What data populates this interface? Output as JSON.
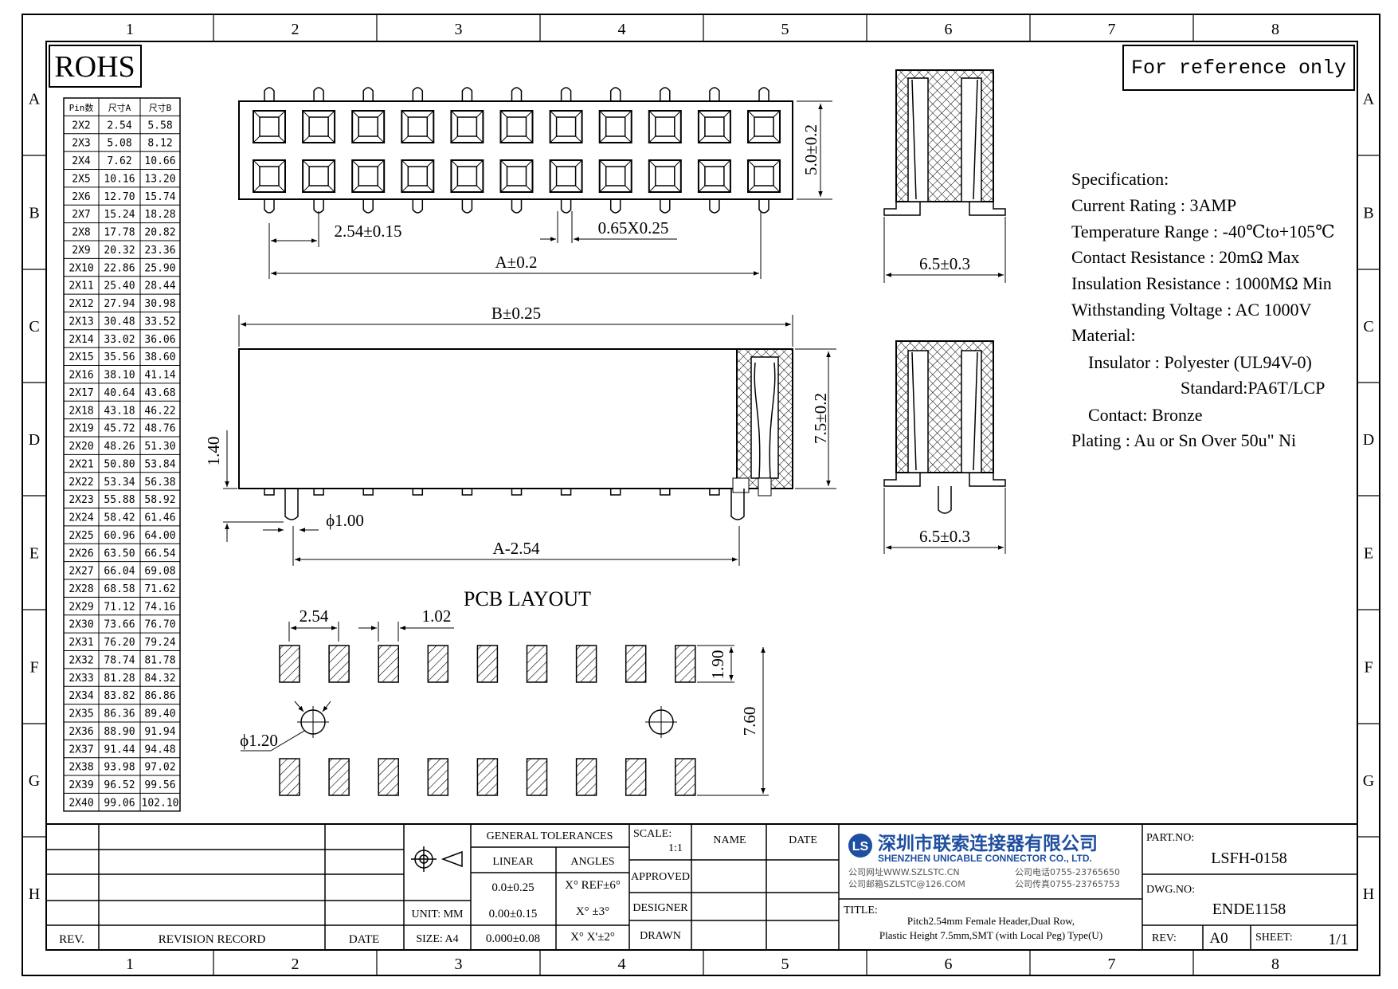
{
  "frame": {
    "columns": [
      "1",
      "2",
      "3",
      "4",
      "5",
      "6",
      "7",
      "8"
    ],
    "rows": [
      "A",
      "B",
      "C",
      "D",
      "E",
      "F",
      "G",
      "H"
    ]
  },
  "rohs": "ROHS",
  "reference_note": "For reference only",
  "pin_table": {
    "headers": [
      "Pin数",
      "尺寸A",
      "尺寸B"
    ],
    "rows": [
      [
        "2X2",
        "2.54",
        "5.58"
      ],
      [
        "2X3",
        "5.08",
        "8.12"
      ],
      [
        "2X4",
        "7.62",
        "10.66"
      ],
      [
        "2X5",
        "10.16",
        "13.20"
      ],
      [
        "2X6",
        "12.70",
        "15.74"
      ],
      [
        "2X7",
        "15.24",
        "18.28"
      ],
      [
        "2X8",
        "17.78",
        "20.82"
      ],
      [
        "2X9",
        "20.32",
        "23.36"
      ],
      [
        "2X10",
        "22.86",
        "25.90"
      ],
      [
        "2X11",
        "25.40",
        "28.44"
      ],
      [
        "2X12",
        "27.94",
        "30.98"
      ],
      [
        "2X13",
        "30.48",
        "33.52"
      ],
      [
        "2X14",
        "33.02",
        "36.06"
      ],
      [
        "2X15",
        "35.56",
        "38.60"
      ],
      [
        "2X16",
        "38.10",
        "41.14"
      ],
      [
        "2X17",
        "40.64",
        "43.68"
      ],
      [
        "2X18",
        "43.18",
        "46.22"
      ],
      [
        "2X19",
        "45.72",
        "48.76"
      ],
      [
        "2X20",
        "48.26",
        "51.30"
      ],
      [
        "2X21",
        "50.80",
        "53.84"
      ],
      [
        "2X22",
        "53.34",
        "56.38"
      ],
      [
        "2X23",
        "55.88",
        "58.92"
      ],
      [
        "2X24",
        "58.42",
        "61.46"
      ],
      [
        "2X25",
        "60.96",
        "64.00"
      ],
      [
        "2X26",
        "63.50",
        "66.54"
      ],
      [
        "2X27",
        "66.04",
        "69.08"
      ],
      [
        "2X28",
        "68.58",
        "71.62"
      ],
      [
        "2X29",
        "71.12",
        "74.16"
      ],
      [
        "2X30",
        "73.66",
        "76.70"
      ],
      [
        "2X31",
        "76.20",
        "79.24"
      ],
      [
        "2X32",
        "78.74",
        "81.78"
      ],
      [
        "2X33",
        "81.28",
        "84.32"
      ],
      [
        "2X34",
        "83.82",
        "86.86"
      ],
      [
        "2X35",
        "86.36",
        "89.40"
      ],
      [
        "2X36",
        "88.90",
        "91.94"
      ],
      [
        "2X37",
        "91.44",
        "94.48"
      ],
      [
        "2X38",
        "93.98",
        "97.02"
      ],
      [
        "2X39",
        "96.52",
        "99.56"
      ],
      [
        "2X40",
        "99.06",
        "102.10"
      ]
    ]
  },
  "dims": {
    "pitch": "2.54±0.15",
    "pin_section": "0.65X0.25",
    "a_dim": "A±0.2",
    "height_top": "5.0±0.2",
    "b_dim": "B±0.25",
    "height_side": "7.5±0.2",
    "standoff": "1.40",
    "peg_dia": "ϕ1.00",
    "a_minus": "A-2.54",
    "width_1": "6.5±0.3",
    "width_2": "6.5±0.3"
  },
  "pcb": {
    "title": "PCB LAYOUT",
    "pitch": "2.54",
    "pad_width": "1.02",
    "pad_length": "1.90",
    "row_span": "7.60",
    "hole_dia": "ϕ1.20"
  },
  "spec": {
    "lines": [
      "Specification:",
      "Current Rating : 3AMP",
      "Temperature Range : -40℃to+105℃",
      "Contact Resistance : 20mΩ Max",
      "Insulation Resistance : 1000MΩ Min",
      "Withstanding Voltage : AC 1000V",
      "Material:",
      "Insulator : Polyester (UL94V-0)",
      "Standard:PA6T/LCP",
      "Contact: Bronze",
      "Plating : Au or Sn Over 50u\" Ni"
    ]
  },
  "title_block": {
    "rev_label": "REV.",
    "revision_record": "REVISION RECORD",
    "date_label": "DATE",
    "unit": "UNIT: MM",
    "size": "SIZE: A4",
    "general_tolerances": "GENERAL TOLERANCES",
    "linear": "LINEAR",
    "angles": "ANGLES",
    "lin1": "0.0±0.25",
    "lin2": "0.00±0.15",
    "lin3": "0.000±0.08",
    "ang1": "X° REF±6°",
    "ang2": "X° ±3°",
    "ang3": "X° X'±2°",
    "scale_label": "SCALE:",
    "scale_value": "1:1",
    "name_label": "NAME",
    "date_col": "DATE",
    "approved": "APPROVED",
    "designer": "DESIGNER",
    "drawn": "DRAWN",
    "company_cn": "深圳市联索连接器有限公司",
    "company_en": "SHENZHEN UNICABLE CONNECTOR CO., LTD.",
    "web": "公司网址WWW.SZLSTC.CN",
    "email": "公司邮箱SZLSTC@126.COM",
    "tel": "公司电话0755-23765650",
    "fax": "公司传真0755-23765753",
    "title_label": "TITLE:",
    "title_line1": "Pitch2.54mm Female Header,Dual Row,",
    "title_line2": "Plastic Height 7.5mm,SMT (with Local Peg) Type(U)",
    "part_no_label": "PART.NO:",
    "part_no": "LSFH-0158",
    "dwg_no_label": "DWG.NO:",
    "dwg_no": "ENDE1158",
    "rev_field_label": "REV:",
    "rev_value": "A0",
    "sheet_label": "SHEET:",
    "sheet_value": "1/1"
  },
  "colors": {
    "ink": "#000000",
    "logo_blue": "#1f4fa0"
  }
}
